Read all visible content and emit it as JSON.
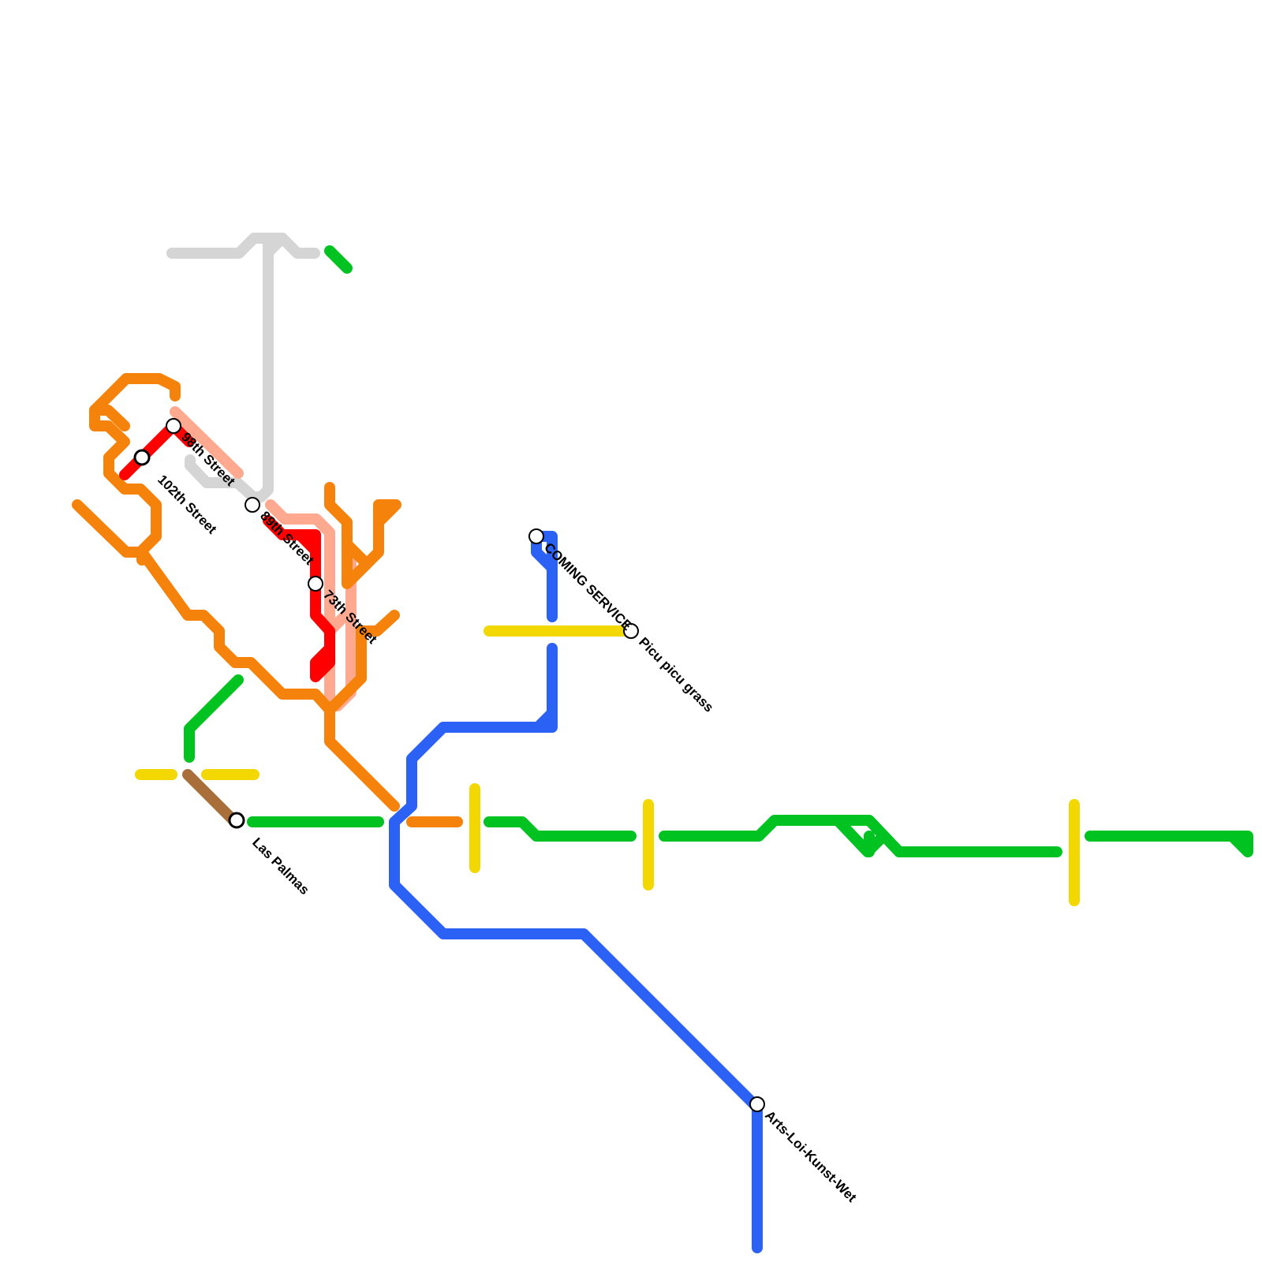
{
  "lines": [
    {
      "id": "grey",
      "color": "#d5d5d5"
    },
    {
      "id": "salmon",
      "color": "#ffaa90"
    },
    {
      "id": "orange",
      "color": "#f5820a"
    },
    {
      "id": "red",
      "color": "#ff0000"
    },
    {
      "id": "green",
      "color": "#00c322"
    },
    {
      "id": "yellow",
      "color": "#f2d800"
    },
    {
      "id": "brown",
      "color": "#a86f3a"
    },
    {
      "id": "blue",
      "color": "#2b62f5"
    }
  ],
  "stations": {
    "s1": {
      "label": "98th Street"
    },
    "s2": {
      "label": "102th Street"
    },
    "s3": {
      "label": "89th Street"
    },
    "s4": {
      "label": "73th Street"
    },
    "s5": {
      "label": "COMING SERVICE"
    },
    "s6": {
      "label": "Picu picu grass"
    },
    "s7": {
      "label": "Las Palmas"
    },
    "s8": {
      "label": "Arts-Loi-Kunst-Wet"
    }
  }
}
